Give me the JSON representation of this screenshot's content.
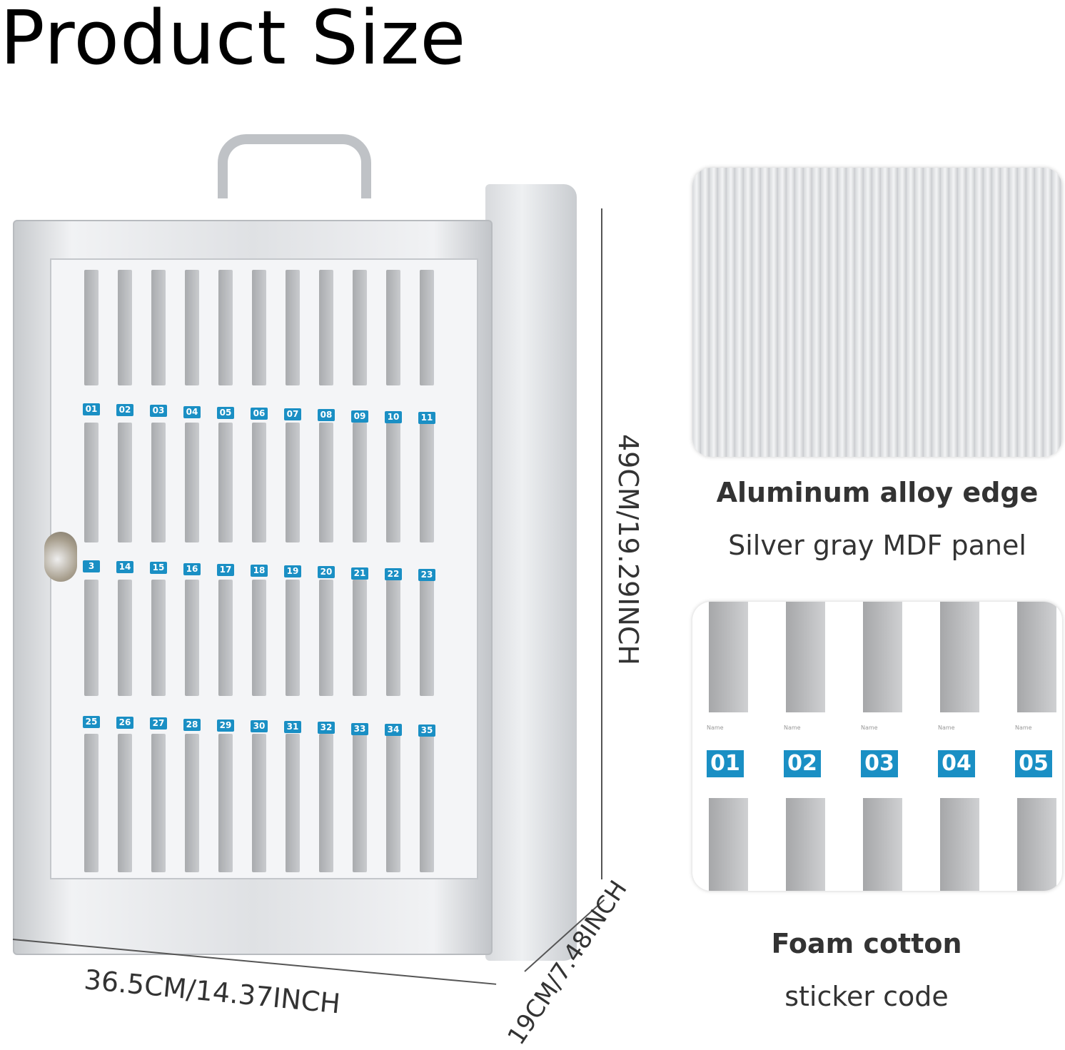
{
  "title": "Product Size",
  "dimensions": {
    "height": "49CM/19.29INCH",
    "width": "36.5CM/14.37INCH",
    "depth": "19CM/7.48INCH"
  },
  "cabinet": {
    "label_rows": [
      [
        "01",
        "02",
        "03",
        "04",
        "05",
        "06",
        "07",
        "08",
        "09",
        "10",
        "11"
      ],
      [
        "3",
        "14",
        "15",
        "16",
        "17",
        "18",
        "19",
        "20",
        "21",
        "22",
        "23"
      ],
      [
        "25",
        "26",
        "27",
        "28",
        "29",
        "30",
        "31",
        "32",
        "33",
        "34",
        "35"
      ]
    ],
    "label_color": "#1a8fc4"
  },
  "features": [
    {
      "title": "Aluminum alloy edge",
      "subtitle": "Silver gray MDF panel"
    },
    {
      "title": "Foam cotton",
      "subtitle": "sticker code",
      "labels": [
        "01",
        "02",
        "03",
        "04",
        "05"
      ],
      "name_caption": "Name"
    }
  ]
}
